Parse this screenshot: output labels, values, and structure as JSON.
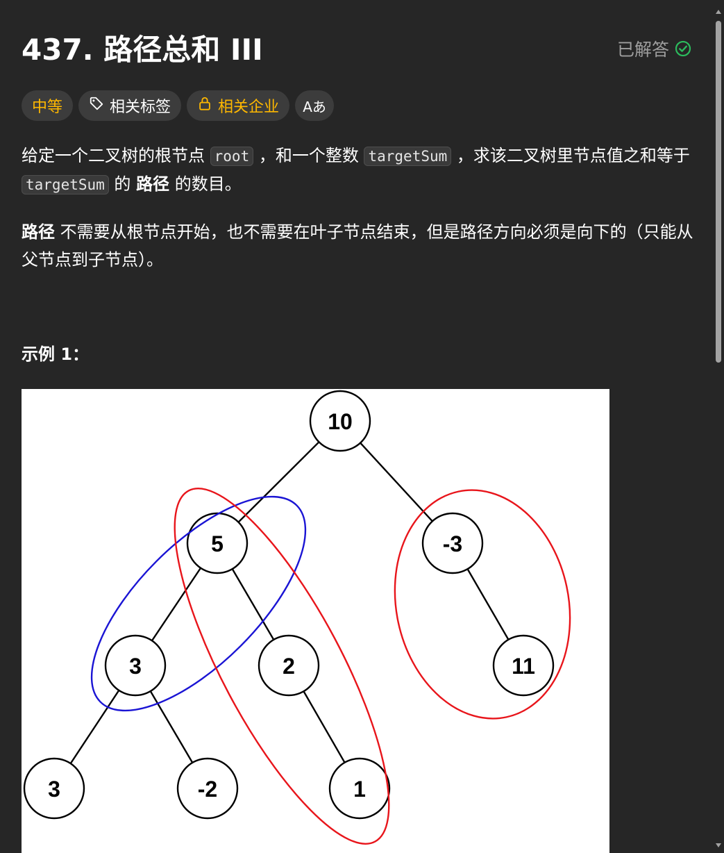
{
  "problem": {
    "title": "437. 路径总和 III",
    "status": "已解答",
    "tags": {
      "difficulty": "中等",
      "related_tags": "相关标签",
      "related_companies": "相关企业",
      "translate": "Aあ"
    }
  },
  "description": {
    "p1": {
      "t1": "给定一个二叉树的根节点 ",
      "code1": "root",
      "t2": " ，和一个整数 ",
      "code2": "targetSum",
      "t3": " ，求该二叉树里节点值之和等于 ",
      "code3": "targetSum",
      "t4": " 的 ",
      "bold": "路径",
      "t5": " 的数目。"
    },
    "p2": {
      "bold": "路径",
      "text": " 不需要从根节点开始，也不需要在叶子节点结束，但是路径方向必须是向下的（只能从父节点到子节点）。"
    }
  },
  "example": {
    "label": "示例 1：",
    "tree": {
      "nodes": [
        "10",
        "5",
        "-3",
        "3",
        "2",
        "11",
        "3",
        "-2",
        "1"
      ]
    }
  },
  "colors": {
    "background": "#262626",
    "difficulty_medium": "#ffb800",
    "solved_check": "#2cbb5d",
    "path_red": "#e8151b",
    "path_blue": "#1a14d4"
  }
}
